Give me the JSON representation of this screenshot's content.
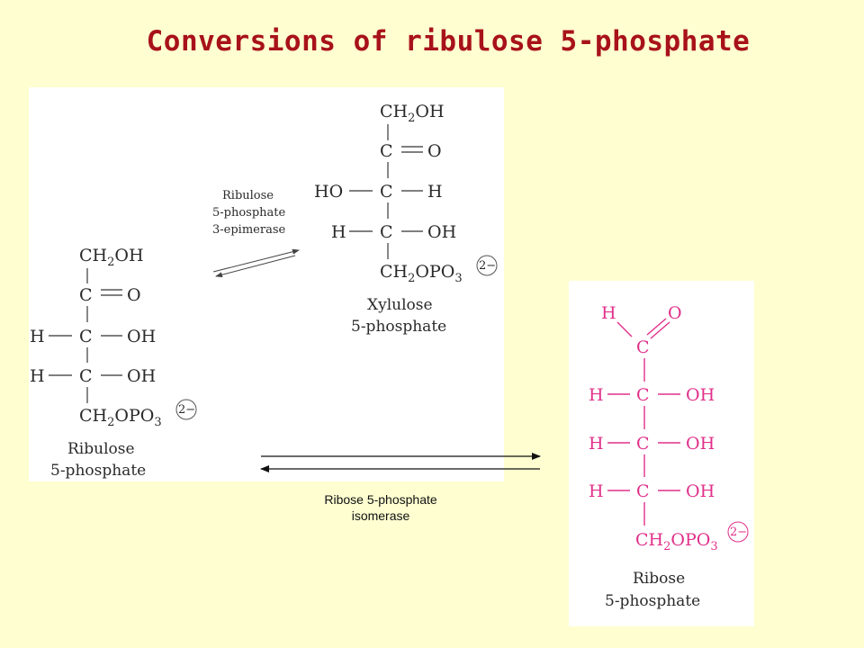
{
  "title": "Conversions of ribulose 5-phosphate",
  "ribulose": {
    "c1": "CH",
    "c1_sub": "2",
    "c1_end": "OH",
    "c2": "C",
    "c2_o": "O",
    "c3_h": "H",
    "c3": "C",
    "c3_oh": "OH",
    "c4_h": "H",
    "c4": "C",
    "c4_oh": "OH",
    "c5": "CH",
    "c5_sub": "2",
    "c5_mid": "OPO",
    "c5_sub3": "3",
    "charge": "2−",
    "name_line1": "Ribulose",
    "name_line2": "5-phosphate"
  },
  "epimerase": {
    "line1": "Ribulose",
    "line2": "5-phosphate",
    "line3": "3-epimerase"
  },
  "xylulose": {
    "c1": "CH",
    "c1_sub": "2",
    "c1_end": "OH",
    "c2": "C",
    "c2_o": "O",
    "c3_ho": "HO",
    "c3": "C",
    "c3_h": "H",
    "c4_h": "H",
    "c4": "C",
    "c4_oh": "OH",
    "c5": "CH",
    "c5_sub": "2",
    "c5_mid": "OPO",
    "c5_sub3": "3",
    "charge": "2−",
    "name_line1": "Xylulose",
    "name_line2": "5-phosphate"
  },
  "ribose": {
    "c1_h": "H",
    "c1_o": "O",
    "c1": "C",
    "c2_h": "H",
    "c2": "C",
    "c2_oh": "OH",
    "c3_h": "H",
    "c3": "C",
    "c3_oh": "OH",
    "c4_h": "H",
    "c4": "C",
    "c4_oh": "OH",
    "c5": "CH",
    "c5_sub": "2",
    "c5_mid": "OPO",
    "c5_sub3": "3",
    "charge": "2−",
    "name_line1": "Ribose",
    "name_line2": "5-phosphate"
  },
  "isomerase": {
    "line1": "Ribose 5-phosphate",
    "line2": "isomerase"
  },
  "colors": {
    "background": "#fefed0",
    "title": "#a8121a",
    "ribose": "#e0308a",
    "ink": "#2a2a2a"
  }
}
